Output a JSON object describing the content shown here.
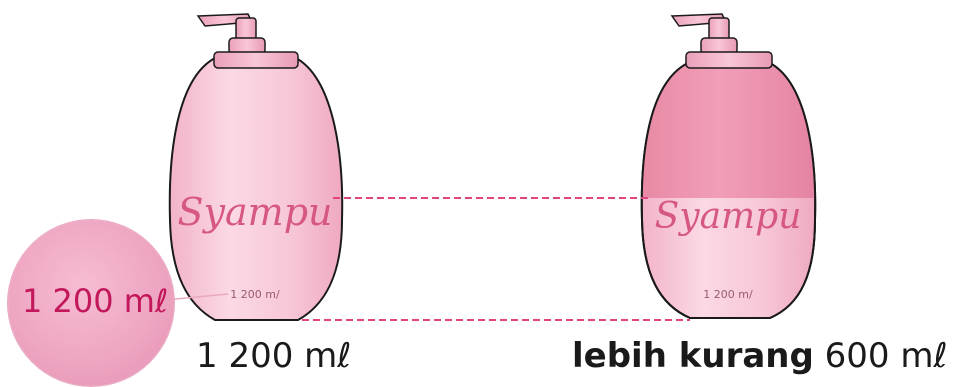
{
  "bottles": {
    "left": {
      "brand": "Syampu",
      "volume_label": "1 200 m/"
    },
    "right": {
      "brand": "Syampu",
      "volume_label": "1 200 m/"
    }
  },
  "callout": {
    "text": "1 200 mℓ"
  },
  "captions": {
    "left": "1 200 mℓ",
    "right_bold": "lebih kurang",
    "right_value": "600 mℓ"
  },
  "colors": {
    "bottle_light": "#f7c9d8",
    "bottle_fill_dark": "#ec94b1",
    "cap": "#f2aec6",
    "guide_line": "#e0457f",
    "callout_text": "#c2185b"
  }
}
